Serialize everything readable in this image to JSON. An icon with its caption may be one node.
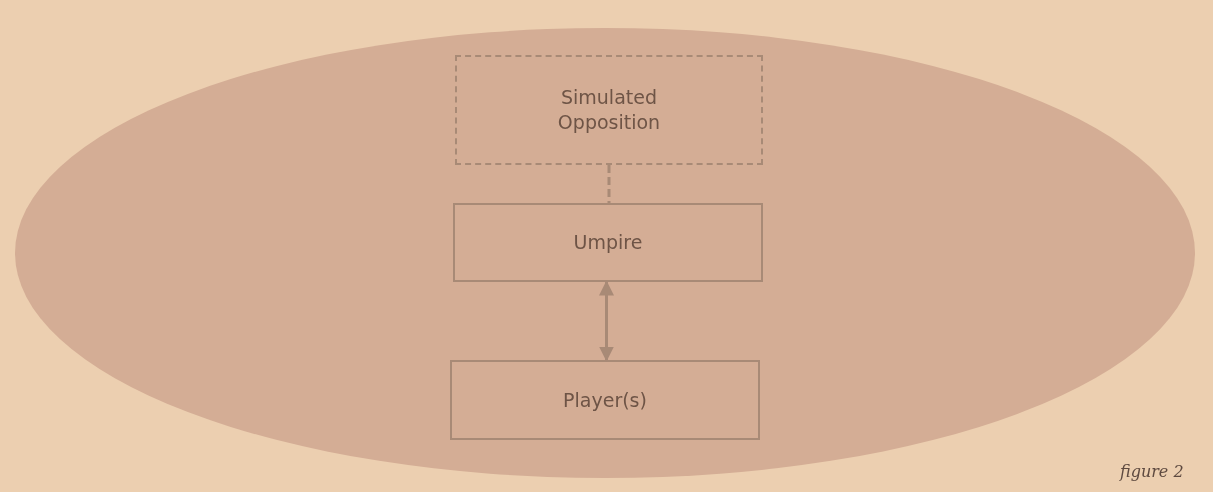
{
  "diagram": {
    "caption": "figure 2",
    "nodes": [
      {
        "text": [],
        "shape": "ellipse"
      },
      {
        "text": [
          "Simulated Opposition"
        ],
        "in": 0
      },
      {
        "text": [
          "Umpire"
        ],
        "in": 0
      },
      {
        "text": [
          "Player(s)"
        ],
        "in": 0
      }
    ],
    "edges": [
      {
        "from": 1,
        "to": 2,
        "arrow": "none",
        "style": "dashed"
      },
      {
        "from": 3,
        "to": 2,
        "arrow": "both"
      }
    ]
  }
}
